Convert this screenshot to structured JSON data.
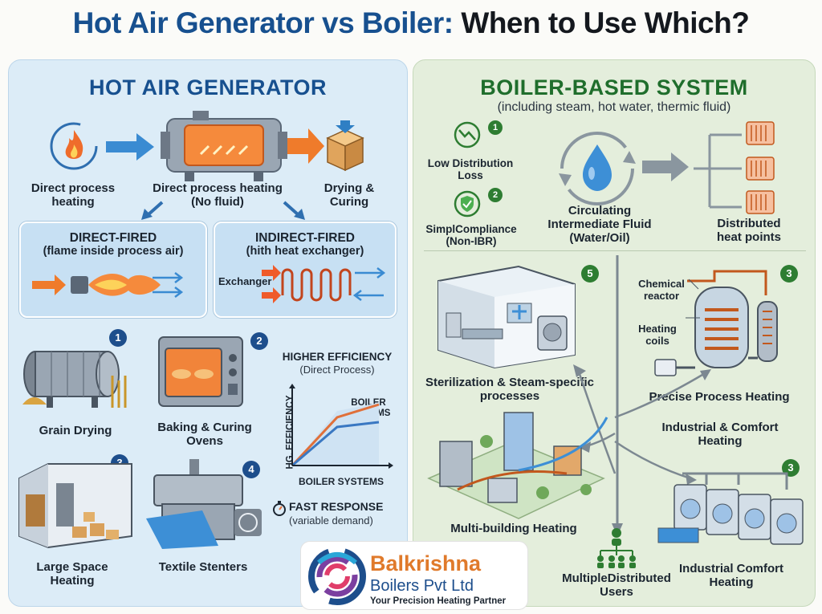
{
  "title": {
    "part1": "Hot Air Generator vs Boiler:",
    "part2": "When to Use Which?"
  },
  "left": {
    "heading": "HOT AIR GENERATOR",
    "flow": [
      {
        "label": "Direct process heating"
      },
      {
        "label": "Direct process heating (No fluid)"
      },
      {
        "label": "Drying & Curing"
      }
    ],
    "direct_fired": {
      "title": "DIRECT-FIRED",
      "subtitle": "(flame inside process air)"
    },
    "indirect_fired": {
      "title": "INDIRECT-FIRED",
      "subtitle": "(hith heat exchanger)",
      "exchanger_label": "Exchanger"
    },
    "apps": [
      {
        "num": "1",
        "label": "Grain Drying"
      },
      {
        "num": "2",
        "label": "Baking & Curing Ovens"
      },
      {
        "num": "3",
        "label": "Large Space Heating"
      },
      {
        "num": "4",
        "label": "Textile Stenters"
      }
    ],
    "efficiency": {
      "title": "HIGHER EFFICIENCY",
      "subtitle": "(Direct Process)",
      "ylabel": "HG. EFFICIENCY",
      "xlabel": "BOILER SYSTEMS",
      "series_label": "BOILER SYSTEMS",
      "colors": {
        "hag": "#e0703a",
        "boiler": "#3a78c2"
      }
    },
    "fast_response": {
      "title": "FAST RESPONSE",
      "subtitle": "(variable demand)"
    }
  },
  "right": {
    "heading": "BOILER-BASED SYSTEM",
    "subheading": "(including steam, hot water, thermic fluid)",
    "features": [
      {
        "num": "1",
        "label": "Low Distribution Loss"
      },
      {
        "num": "2",
        "label": "SimplCompliance (Non-IBR)"
      }
    ],
    "fluid_label": "Circulating Intermediate Fluid (Water/Oil)",
    "distributed_label": "Distributed heat points",
    "apps": [
      {
        "num": "5",
        "label": "Sterilization & Steam-specific processes"
      },
      {
        "num": "3",
        "label": "Precise Process Heating"
      },
      {
        "num": "",
        "label": "Industrial & Comfort Heating"
      },
      {
        "num": "",
        "label": "Multi-building Heating"
      },
      {
        "num": "3",
        "label": "Industrial Comfort Heating"
      },
      {
        "num": "",
        "label": "MultipleDistributed Users"
      }
    ],
    "reactor": {
      "chemical": "Chemical reactor",
      "coils": "Heating coils"
    }
  },
  "logo": {
    "name": "Balkrishna",
    "company": "Boilers Pvt Ltd",
    "tagline": "Your Precision Heating Partner"
  },
  "colors": {
    "blue_title": "#17508f",
    "green_title": "#1f6e2c",
    "orange": "#ef7b2b",
    "arrow_blue": "#2f7fc4"
  }
}
